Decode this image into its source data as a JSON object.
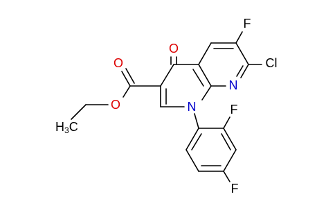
{
  "molecule": {
    "atoms": {
      "ethyl_ch3": {
        "symbol": "H",
        "subscript": "3",
        "suffix": "C",
        "color": "#000000"
      },
      "ester_o_single": {
        "symbol": "O",
        "color": "#dd0000"
      },
      "ester_o_double": {
        "symbol": "O",
        "color": "#dd0000"
      },
      "ketone_o": {
        "symbol": "O",
        "color": "#dd0000"
      },
      "ring_n1": {
        "symbol": "N",
        "color": "#0000cc"
      },
      "ring_n8": {
        "symbol": "N",
        "color": "#0000cc"
      },
      "f_c6": {
        "symbol": "F",
        "color": "#000000"
      },
      "cl_c7": {
        "symbol": "Cl",
        "color": "#000000"
      },
      "f_ortho": {
        "symbol": "F",
        "color": "#000000"
      },
      "f_para": {
        "symbol": "F",
        "color": "#000000"
      }
    }
  }
}
